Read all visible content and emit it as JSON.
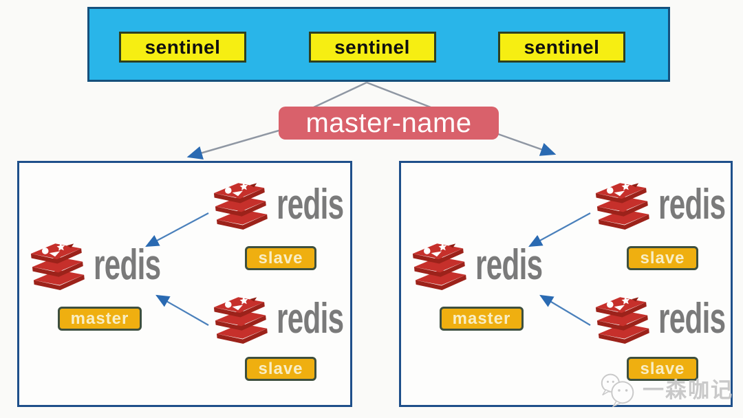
{
  "sentinel_panel": {
    "nodes": [
      "sentinel",
      "sentinel",
      "sentinel"
    ]
  },
  "master_name": {
    "label": "master-name"
  },
  "clusters": [
    {
      "side": "left",
      "master": {
        "brand": "redis",
        "role": "master"
      },
      "slaves": [
        {
          "brand": "redis",
          "role": "slave"
        },
        {
          "brand": "redis",
          "role": "slave"
        }
      ]
    },
    {
      "side": "right",
      "master": {
        "brand": "redis",
        "role": "master"
      },
      "slaves": [
        {
          "brand": "redis",
          "role": "slave"
        },
        {
          "brand": "redis",
          "role": "slave"
        }
      ]
    }
  ],
  "watermark": {
    "text": "一森咖记"
  },
  "colors": {
    "panel_bg": "#29b5e9",
    "panel_border": "#15507c",
    "sentinel_bg": "#f6ee12",
    "sentinel_border": "#2e4020",
    "master_name_bg": "#d9616b",
    "master_name_text": "#ffffff",
    "cluster_border": "#1e4f8a",
    "role_tag_bg": "#efaf10",
    "role_tag_border": "#3d4f3e",
    "role_tag_text": "#f8eec5",
    "redis_word": "#7a7a7a",
    "redis_red": "#c6302b",
    "redis_dark_red": "#8f1f15",
    "connector_gray": "#8f97a3",
    "arrow_blue": "#4a80bb",
    "arrowhead_blue": "#2a6ab2",
    "watermark_gray": "#c9c9c9"
  }
}
